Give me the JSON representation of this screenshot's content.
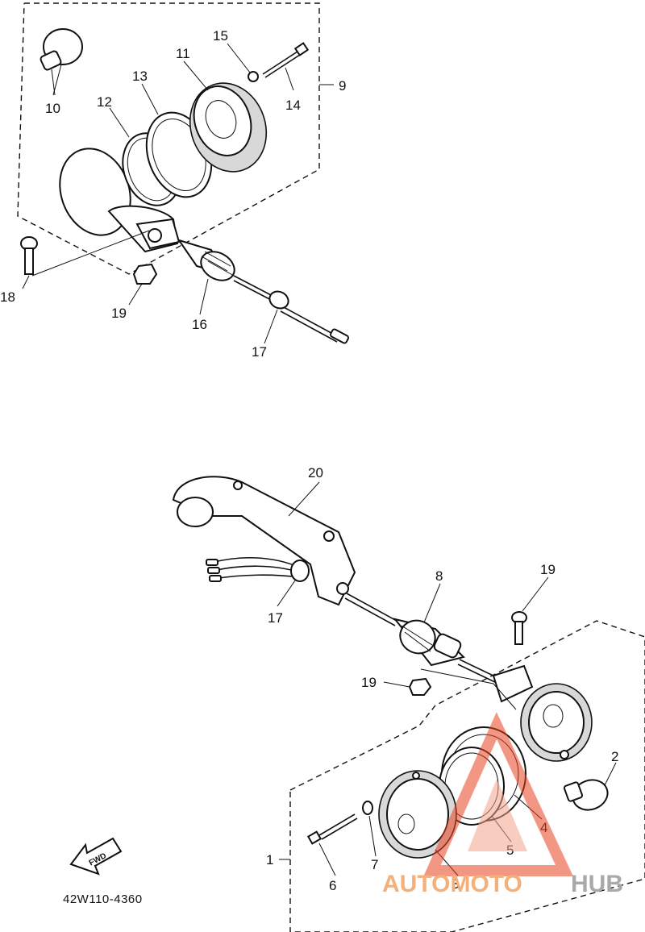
{
  "diagram": {
    "part_labels": [
      {
        "id": "p1",
        "text": "1"
      },
      {
        "id": "p2",
        "text": "2"
      },
      {
        "id": "p3",
        "text": "3"
      },
      {
        "id": "p4",
        "text": "4"
      },
      {
        "id": "p5",
        "text": "5"
      },
      {
        "id": "p6",
        "text": "6"
      },
      {
        "id": "p7",
        "text": "7"
      },
      {
        "id": "p8",
        "text": "8"
      },
      {
        "id": "p9",
        "text": "9"
      },
      {
        "id": "p10",
        "text": "10"
      },
      {
        "id": "p11",
        "text": "11"
      },
      {
        "id": "p12",
        "text": "12"
      },
      {
        "id": "p13",
        "text": "13"
      },
      {
        "id": "p14",
        "text": "14"
      },
      {
        "id": "p15",
        "text": "15"
      },
      {
        "id": "p16",
        "text": "16"
      },
      {
        "id": "p17a",
        "text": "17"
      },
      {
        "id": "p17b",
        "text": "17"
      },
      {
        "id": "p18a",
        "text": "18"
      },
      {
        "id": "p18b",
        "text": "18"
      },
      {
        "id": "p19a",
        "text": "19"
      },
      {
        "id": "p19b",
        "text": "19"
      },
      {
        "id": "p20",
        "text": "20"
      }
    ],
    "fwd_arrow_text": "FWD",
    "drawing_code": "42W110-4360"
  },
  "watermark": {
    "text_part1": "AUTOMOTO",
    "text_part2": "HUB",
    "color_primary": "#e8431f",
    "color_secondary": "#8c8c8c"
  }
}
